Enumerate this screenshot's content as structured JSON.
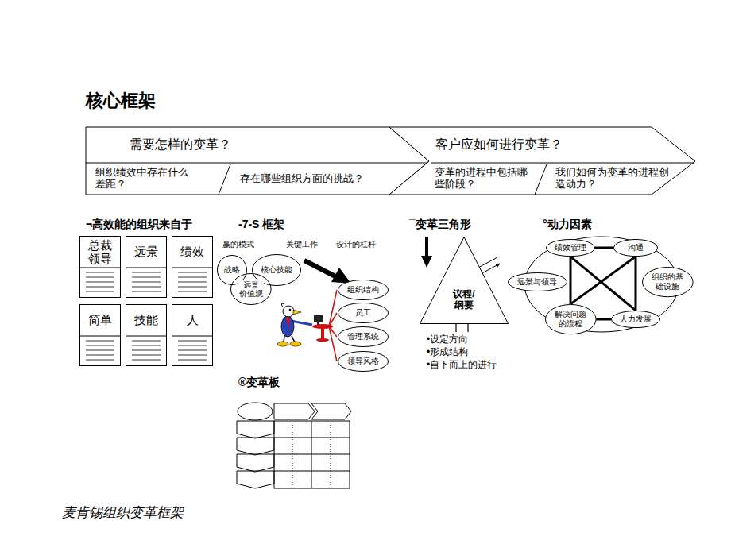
{
  "diagram": {
    "title": "核心框架",
    "caption": "麦肯锡组织变革框架",
    "nodes": [
      {
        "text": [
          "需要怎样的变革？"
        ]
      },
      {
        "text": [
          "组织绩效中存在什么 差距？"
        ],
        "in": 0
      },
      {
        "text": [
          "存在哪些组织方面的挑战？"
        ],
        "in": 0
      },
      {
        "text": [
          "客户应如何进行变革？"
        ]
      },
      {
        "text": [
          "变革的进程中包括哪 些阶段？"
        ],
        "in": 3
      },
      {
        "text": [
          "我们如何为变革的进程创 造动力？"
        ],
        "in": 3
      },
      {
        "text": [
          "总裁 领导"
        ]
      },
      {
        "text": [
          "远景"
        ]
      },
      {
        "text": [
          "绩效"
        ]
      },
      {
        "text": [
          "简单"
        ]
      },
      {
        "text": [
          "技能"
        ]
      },
      {
        "text": [
          "人"
        ]
      },
      {
        "text": [
          "战略"
        ]
      },
      {
        "text": [
          "核心技能"
        ]
      },
      {
        "text": [
          "远景 价值观"
        ]
      },
      {
        "text": [
          "组织结构"
        ]
      },
      {
        "text": [
          "员工"
        ]
      },
      {
        "text": [
          "管理系统"
        ]
      },
      {
        "text": [
          "领导风格"
        ]
      },
      {
        "text": [
          "议程/ 纲要"
        ]
      },
      {
        "text": [
          "绩效管理"
        ]
      },
      {
        "text": [
          "沟通"
        ]
      },
      {
        "text": [
          "远景与领导"
        ]
      },
      {
        "text": [
          "组织的基 础设施"
        ]
      },
      {
        "text": [
          "解决问题 的流程"
        ]
      },
      {
        "text": [
          "人力发展"
        ]
      }
    ],
    "edges": [
      {
        "from": 20,
        "to": 21,
        "arrow": "none"
      },
      {
        "from": 20,
        "to": 24,
        "arrow": "none"
      },
      {
        "from": 21,
        "to": 25,
        "arrow": "none"
      },
      {
        "from": 24,
        "to": 25,
        "arrow": "none"
      },
      {
        "from": 20,
        "to": 25,
        "arrow": "none"
      },
      {
        "from": 21,
        "to": 24,
        "arrow": "none"
      }
    ],
    "labels": [
      "¬高效能的组织来自于",
      "-7-S 框架",
      "¯变革三角形",
      "°动力因素",
      "赢的模式",
      "关键工作",
      "设计的杠杆",
      "•设定方向",
      "•形成结构",
      "•自下而上的进行",
      "®变革板"
    ]
  }
}
